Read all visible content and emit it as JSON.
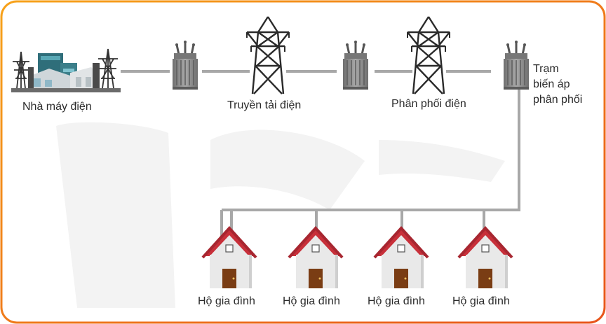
{
  "nodes": {
    "power_plant": "Nhà máy điện",
    "transmission": "Truyền tải điện",
    "distribution": "Phân phối điện",
    "substation_line1": "Trạm",
    "substation_line2": "biến áp",
    "substation_line3": "phân phối"
  },
  "households": [
    {
      "label": "Hộ gia đình"
    },
    {
      "label": "Hộ gia đình"
    },
    {
      "label": "Hộ gia đình"
    },
    {
      "label": "Hộ gia đình"
    }
  ],
  "colors": {
    "border_start": "#f7a21a",
    "border_end": "#e8541b",
    "line": "#a8a8a8",
    "roof": "#c8303a",
    "wall": "#e9e9e9",
    "door": "#7a3d14",
    "tower": "#2a2a2a",
    "transformer": "#8a8a8a",
    "watermark": "#f3f3f3"
  }
}
